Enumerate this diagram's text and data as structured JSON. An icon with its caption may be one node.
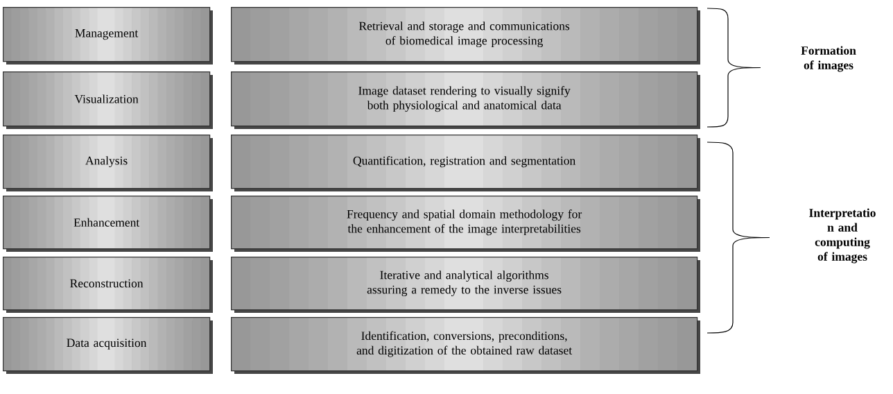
{
  "diagram": {
    "nodes": [
      {
        "text": [
          "Management"
        ]
      },
      {
        "text": [
          "Retrieval and storage and communications of biomedical image processing"
        ]
      },
      {
        "text": [
          "Visualization"
        ]
      },
      {
        "text": [
          "Image dataset rendering to visually signify both physiological and anatomical data"
        ]
      },
      {
        "text": [
          "Analysis"
        ]
      },
      {
        "text": [
          "Quantification, registration and segmentation"
        ]
      },
      {
        "text": [
          "Enhancement"
        ]
      },
      {
        "text": [
          "Frequency and spatial domain methodology for the enhancement of the image interpretabilities"
        ]
      },
      {
        "text": [
          "Reconstruction"
        ]
      },
      {
        "text": [
          "Iterative and analytical algorithms assuring a remedy to the inverse issues"
        ]
      },
      {
        "text": [
          "Data acquisition"
        ]
      },
      {
        "text": [
          "Identification, conversions, preconditions, and digitization of the obtained raw dataset"
        ]
      }
    ],
    "labels": [
      "Formation of images",
      "Interpretatio n and computing of images"
    ]
  }
}
